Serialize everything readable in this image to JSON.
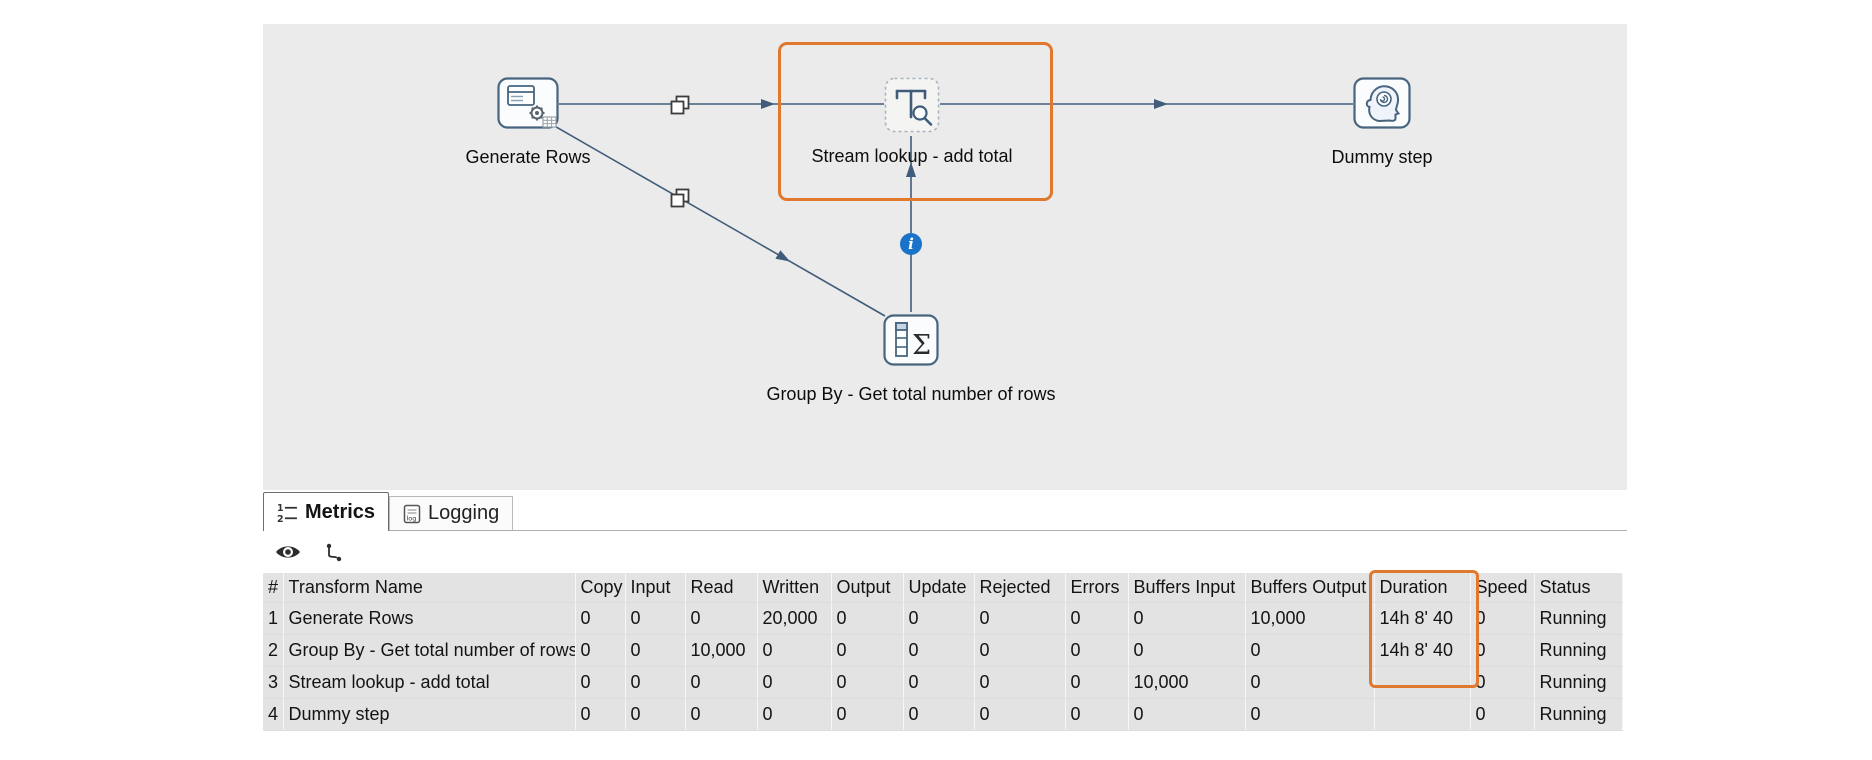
{
  "canvas": {
    "steps": [
      {
        "label": "Generate Rows"
      },
      {
        "label": "Stream lookup - add total"
      },
      {
        "label": "Dummy step"
      },
      {
        "label": "Group By - Get total number of rows"
      }
    ],
    "highlight_color": "#e0782e",
    "badges": {
      "info": "i"
    }
  },
  "tabs": {
    "metrics": "Metrics",
    "logging": "Logging"
  },
  "toolbar": {
    "icons": [
      "eye",
      "hierarchy-fork"
    ]
  },
  "table": {
    "columns": [
      "#",
      "Transform Name",
      "Copy",
      "Input",
      "Read",
      "Written",
      "Output",
      "Update",
      "Rejected",
      "Errors",
      "Buffers Input",
      "Buffers Output",
      "Duration",
      "Speed",
      "Status"
    ],
    "rows": [
      [
        "1",
        "Generate Rows",
        "0",
        "0",
        "0",
        "20,000",
        "0",
        "0",
        "0",
        "0",
        "0",
        "10,000",
        "14h  8' 40",
        "0",
        "Running"
      ],
      [
        "2",
        "Group By - Get total number of rows",
        "0",
        "0",
        "10,000",
        "0",
        "0",
        "0",
        "0",
        "0",
        "0",
        "0",
        "14h  8' 40",
        "0",
        "Running"
      ],
      [
        "3",
        "Stream lookup - add total",
        "0",
        "0",
        "0",
        "0",
        "0",
        "0",
        "0",
        "0",
        "10,000",
        "0",
        "",
        "0",
        "Running"
      ],
      [
        "4",
        "Dummy step",
        "0",
        "0",
        "0",
        "0",
        "0",
        "0",
        "0",
        "0",
        "0",
        "0",
        "",
        "0",
        "Running"
      ]
    ]
  }
}
